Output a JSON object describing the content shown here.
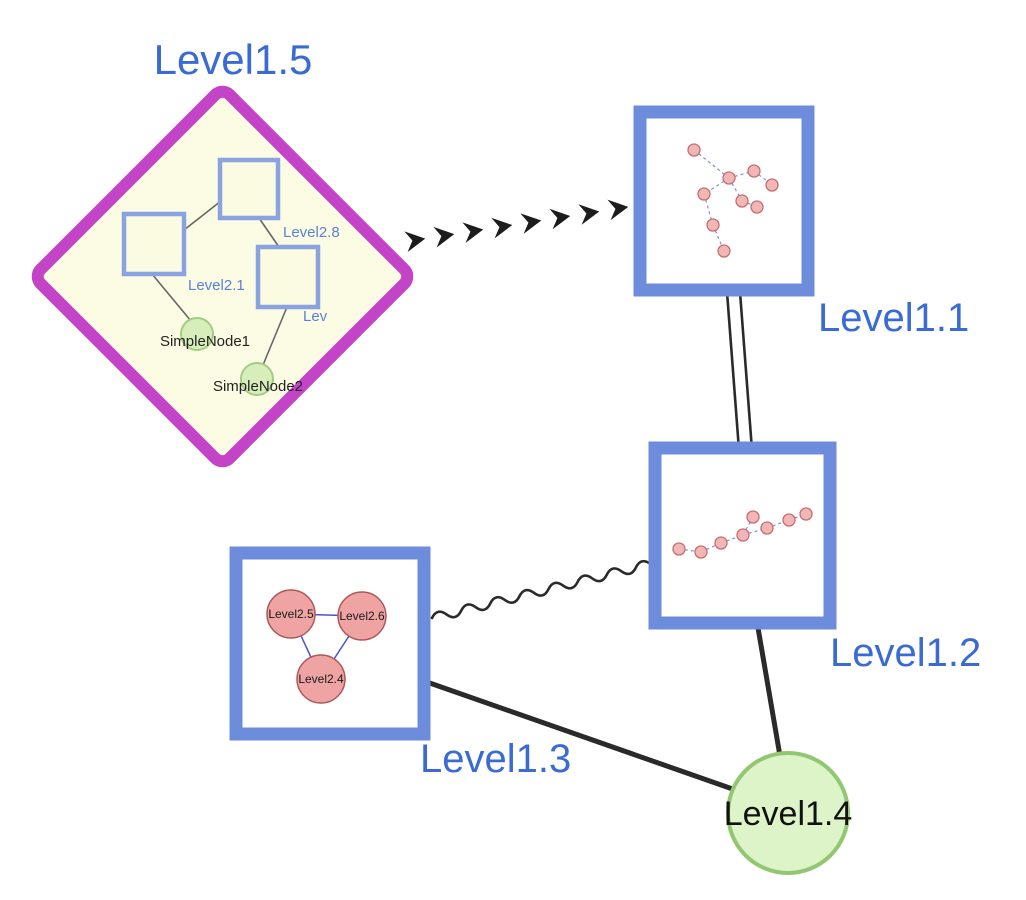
{
  "colors": {
    "label_blue": "#3a6bd4",
    "inner_label_blue": "#5c80d8",
    "node_border_blue": "#6d8cdb",
    "group_border_magenta": "#c444c8",
    "group_fill_yellow": "#fbfce3",
    "green_node_fill": "#d7eebb",
    "green_node_border": "#93c671",
    "pink_node_fill": "#efa3a3",
    "pink_node_border": "#aa5a5a",
    "edge_dark": "#2a2a2a",
    "mini_edge_blue": "#8090d8",
    "triangle_edge_blue": "#4a55c8"
  },
  "group_level15": {
    "label": "Level1.5",
    "shape": "diamond",
    "square_nodes": [
      {
        "label": "Level2.8"
      },
      {
        "label": "Level2.1"
      },
      {
        "label": "Lev"
      }
    ],
    "simple_nodes": [
      {
        "label": "SimpleNode1"
      },
      {
        "label": "SimpleNode2"
      }
    ]
  },
  "nodes": {
    "level11": {
      "label": "Level1.1",
      "shape": "group-box"
    },
    "level12": {
      "label": "Level1.2",
      "shape": "group-box"
    },
    "level13": {
      "label": "Level1.3",
      "shape": "group-box",
      "children": [
        {
          "label": "Level2.5"
        },
        {
          "label": "Level2.6"
        },
        {
          "label": "Level2.4"
        }
      ]
    },
    "level14": {
      "label": "Level1.4",
      "shape": "circle"
    }
  },
  "edges": [
    {
      "from": "Level1.5",
      "to": "Level1.1",
      "style": "bold-dashed-arrow"
    },
    {
      "from": "Level1.1",
      "to": "Level1.2",
      "style": "double-line"
    },
    {
      "from": "Level1.3",
      "to": "Level1.2",
      "style": "wavy"
    },
    {
      "from": "Level1.3",
      "to": "Level1.4",
      "style": "solid"
    },
    {
      "from": "Level1.2",
      "to": "Level1.4",
      "style": "solid"
    }
  ]
}
